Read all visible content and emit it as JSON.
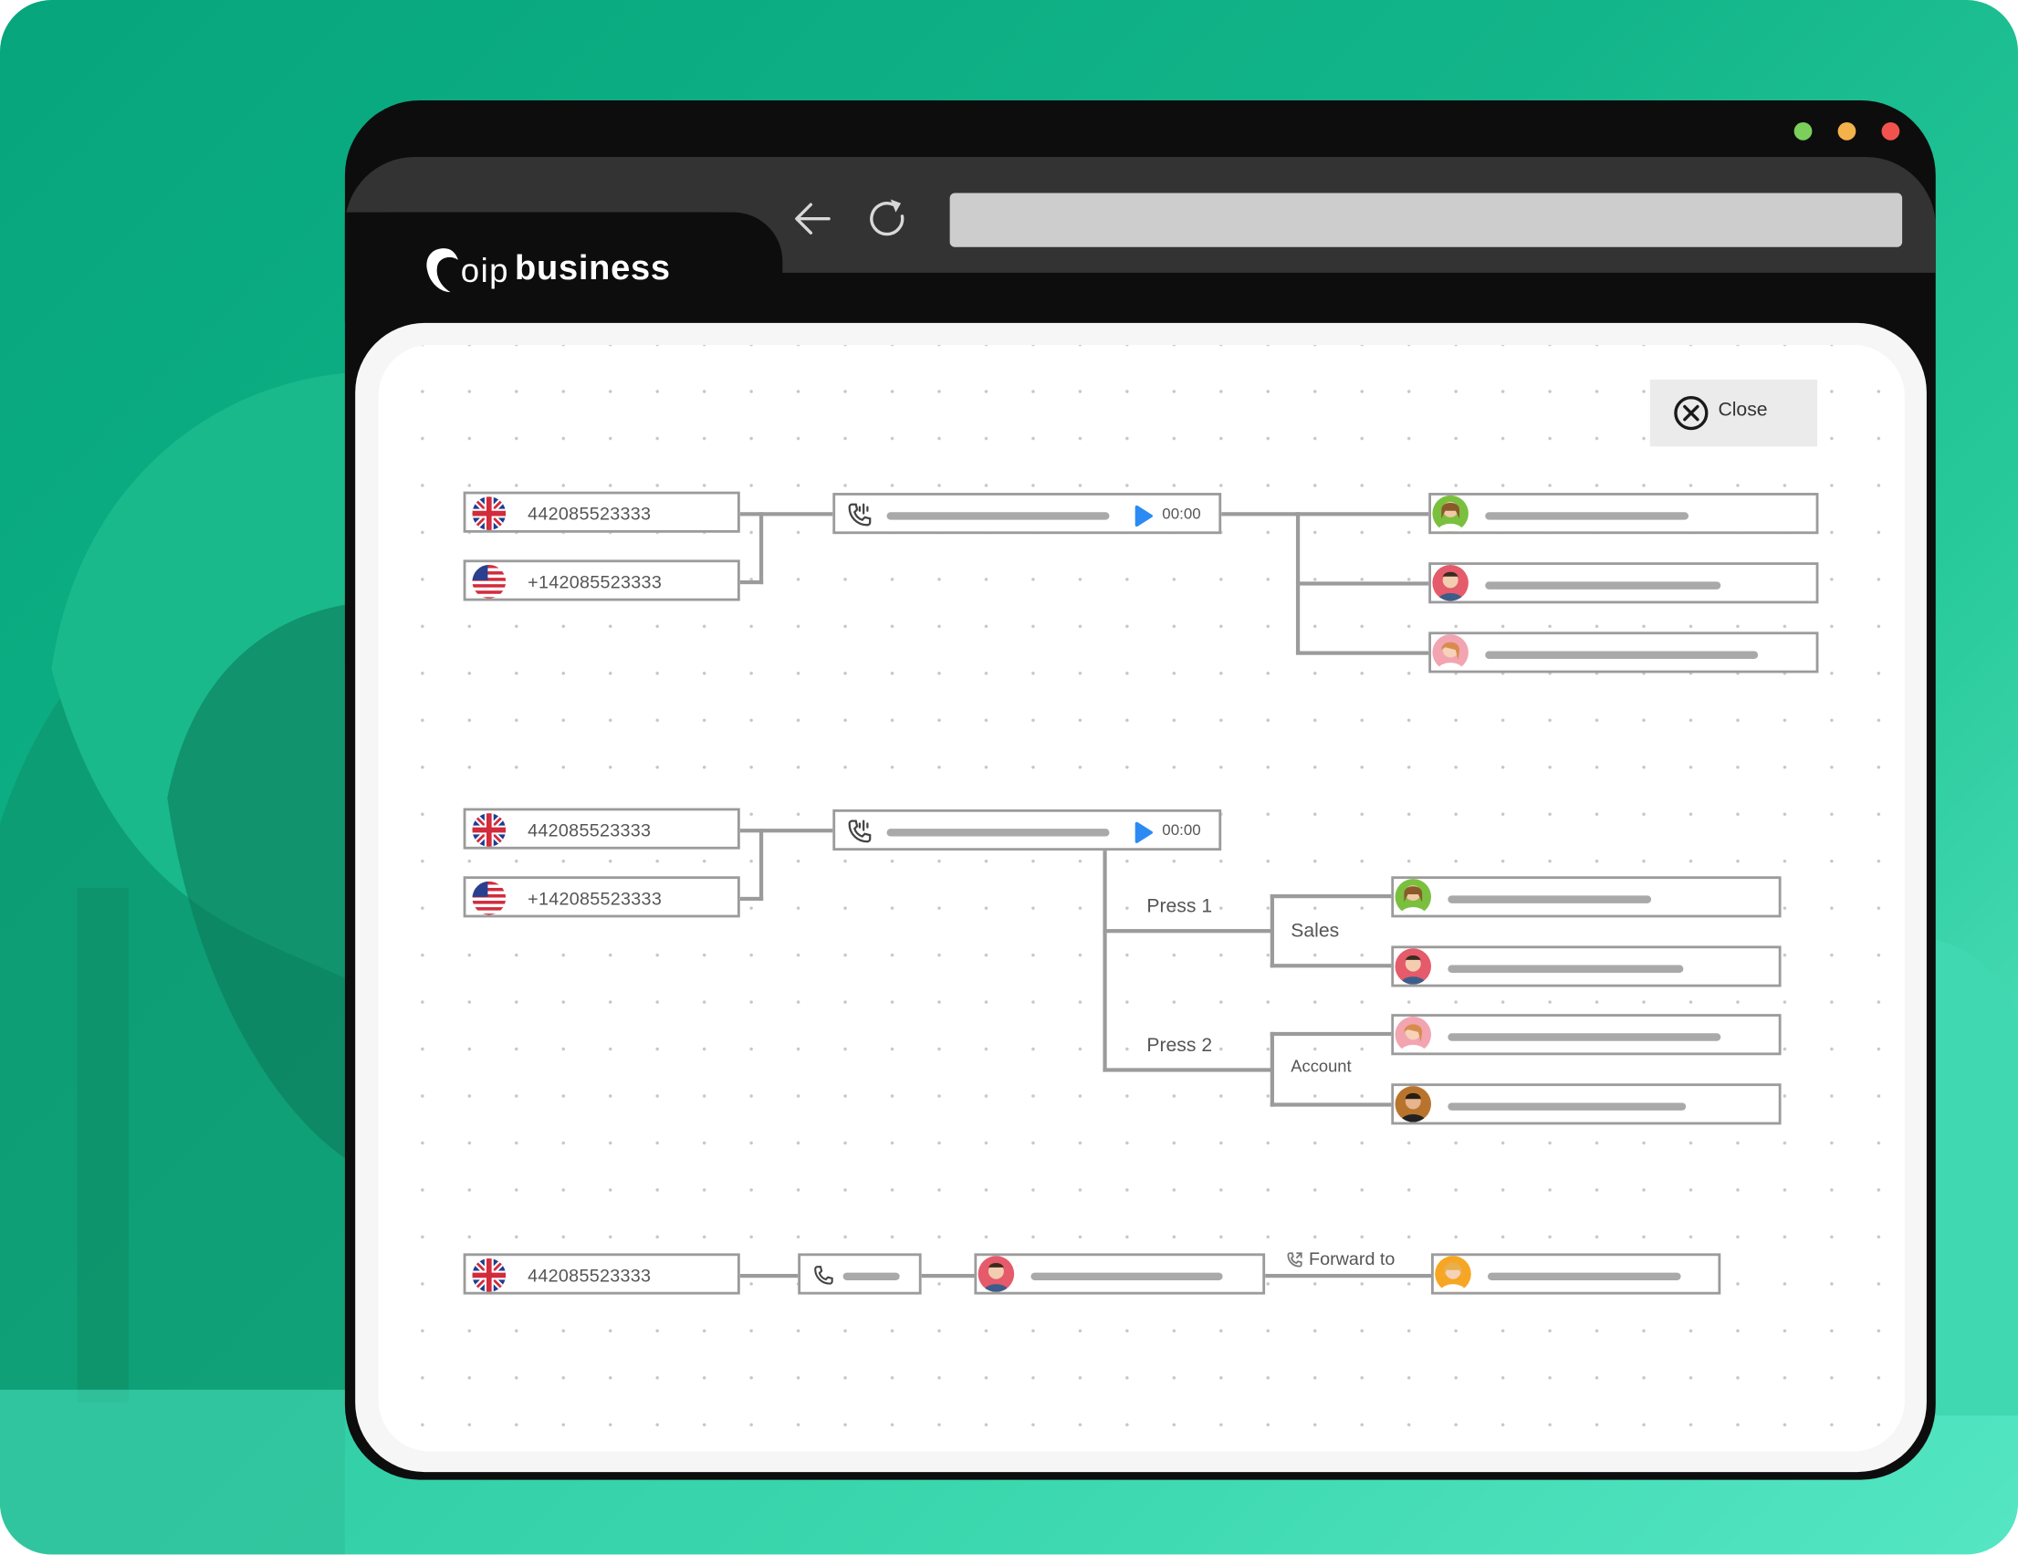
{
  "brand": {
    "logo_prefix": "oip",
    "logo_name": "business"
  },
  "window": {
    "dot_colors": [
      "#7ad05a",
      "#f4b24a",
      "#f0534d"
    ]
  },
  "toolbar": {
    "back_icon": "arrow-left-icon",
    "reload_icon": "reload-icon",
    "address_value": ""
  },
  "close_button": {
    "label": "Close",
    "icon": "close-circle-icon"
  },
  "flow1": {
    "numbers": [
      {
        "flag": "uk-flag-icon",
        "number": "442085523333"
      },
      {
        "flag": "us-flag-icon",
        "number": "+142085523333"
      }
    ],
    "greeting": {
      "icon": "phone-audio-icon",
      "play_icon": "play-icon",
      "time": "00:00"
    },
    "agents": [
      {
        "avatar": "avatar-woman-green-icon",
        "bg": "#7bbf3f"
      },
      {
        "avatar": "avatar-man-red-icon",
        "bg": "#e55b6b"
      },
      {
        "avatar": "avatar-woman-pink-icon",
        "bg": "#f2a5b0"
      }
    ]
  },
  "flow2": {
    "numbers": [
      {
        "flag": "uk-flag-icon",
        "number": "442085523333"
      },
      {
        "flag": "us-flag-icon",
        "number": "+142085523333"
      }
    ],
    "greeting": {
      "icon": "phone-audio-icon",
      "play_icon": "play-icon",
      "time": "00:00"
    },
    "options": [
      {
        "press": "Press 1",
        "group": "Sales"
      },
      {
        "press": "Press 2",
        "group": "Account"
      }
    ],
    "agents": [
      {
        "avatar": "avatar-woman-green-icon",
        "bg": "#7bbf3f"
      },
      {
        "avatar": "avatar-man-red-icon",
        "bg": "#e55b6b"
      },
      {
        "avatar": "avatar-woman-pink-icon",
        "bg": "#f2a5b0"
      },
      {
        "avatar": "avatar-man-brown-icon",
        "bg": "#b8742d"
      }
    ]
  },
  "flow3": {
    "number": {
      "flag": "uk-flag-icon",
      "number": "442085523333"
    },
    "call_icon": "phone-icon",
    "agent": {
      "avatar": "avatar-man-red-icon",
      "bg": "#e55b6b"
    },
    "forward_label": "Forward to",
    "forward_icon": "forward-call-icon",
    "target": {
      "avatar": "avatar-woman-orange-icon",
      "bg": "#f6a623"
    }
  }
}
